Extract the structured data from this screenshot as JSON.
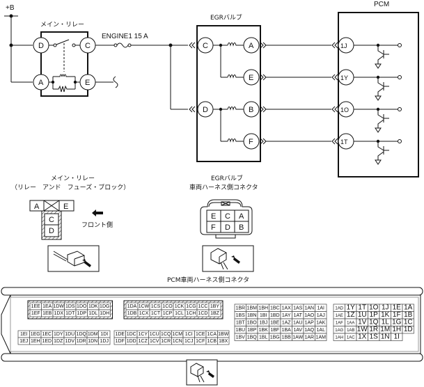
{
  "wiring": {
    "supply_label": "+B",
    "relay_title": "メイン・リレー",
    "relay_pins": [
      "D",
      "C",
      "A",
      "E"
    ],
    "fuse_label": "ENGINE1 15 A",
    "egr_title": "EGRバルブ",
    "egr_pins_left": [
      "C",
      "D"
    ],
    "egr_pins_right": [
      "A",
      "E",
      "B",
      "F"
    ],
    "pcm_title": "PCM",
    "pcm_pins": [
      "1J",
      "1Y",
      "1O",
      "1T"
    ]
  },
  "relay_connector": {
    "title_line1": "メイン・リレー",
    "title_line2": "（リレー　アンド　フューズ・ブロック）",
    "pins_top": [
      "A",
      "E"
    ],
    "pins_column": [
      "C",
      "D"
    ],
    "front_label": "フロント側"
  },
  "egr_connector": {
    "title_line1": "EGRバルブ",
    "title_line2": "車両ハーネス側コネクタ",
    "row1": [
      "E",
      "C",
      "A"
    ],
    "row2": [
      "F",
      "D",
      "B"
    ]
  },
  "pcm_connector": {
    "title": "PCM車両ハーネス側コネクタ",
    "block1": [
      [
        "1EE",
        "1EA",
        "1DW",
        "1DS",
        "1DO",
        "1DK",
        "1DG"
      ],
      [
        "1EF",
        "1EB",
        "1DX",
        "1DT",
        "1DP",
        "1DL",
        "1DH"
      ]
    ],
    "block2": [
      [
        "1DA",
        "1CW",
        "1CS",
        "1CO",
        "1CK",
        "1CG",
        "1CC",
        "1BY"
      ],
      [
        "1DB",
        "1CX",
        "1CT",
        "1CP",
        "1CL",
        "1CH",
        "1CD",
        "1BZ"
      ]
    ],
    "block3": [
      [
        "1EI",
        "1EG",
        "1EC",
        "1DY",
        "1DU",
        "1DQ",
        "1DM",
        "1DI"
      ],
      [
        "1EJ",
        "1EH",
        "1ED",
        "1DZ",
        "1DV",
        "1DR",
        "1DN",
        "1DJ"
      ]
    ],
    "block4": [
      [
        "1DE",
        "1DC",
        "1CY",
        "1CU",
        "1CQ",
        "1CM",
        "1CI",
        "1CE",
        "1CA",
        "1BW"
      ],
      [
        "1DF",
        "1DD",
        "1CZ",
        "1CV",
        "1CR",
        "1CN",
        "1CJ",
        "1CF",
        "1CB",
        "1BX"
      ]
    ],
    "block5": [
      [
        "1BR",
        "1BM",
        "1BH",
        "1BC",
        "1AX",
        "1AS",
        "1AN",
        "1AI"
      ],
      [
        "1BS",
        "1BN",
        "1BI",
        "1BD",
        "1AY",
        "1AT",
        "1AO",
        "1AJ"
      ],
      [
        "1BT",
        "1BO",
        "1BJ",
        "1BE",
        "1AZ",
        "1AU",
        "1AP",
        "1AK"
      ],
      [
        "1BU",
        "1BP",
        "1BK",
        "1BF",
        "1BA",
        "1AV",
        "1AQ",
        "1AL"
      ],
      [
        "1BV",
        "1BQ",
        "1BL",
        "1BG",
        "1BB",
        "1AW",
        "1AR",
        "1AM"
      ]
    ],
    "block6": [
      [
        "1AD",
        "1Y",
        "1T",
        "1O",
        "1J",
        "1E",
        "1A"
      ],
      [
        "1AE",
        "1Z",
        "1U",
        "1P",
        "1K",
        "1F",
        "1B"
      ],
      [
        "1AF",
        "1AA",
        "1V",
        "1Q",
        "1L",
        "1G",
        "1C"
      ],
      [
        "1AG",
        "1AB",
        "1W",
        "1R",
        "1M",
        "1H",
        "1D"
      ],
      [
        "1AH",
        "1AC",
        "1X",
        "1S",
        "1N",
        "1I",
        ""
      ]
    ]
  }
}
